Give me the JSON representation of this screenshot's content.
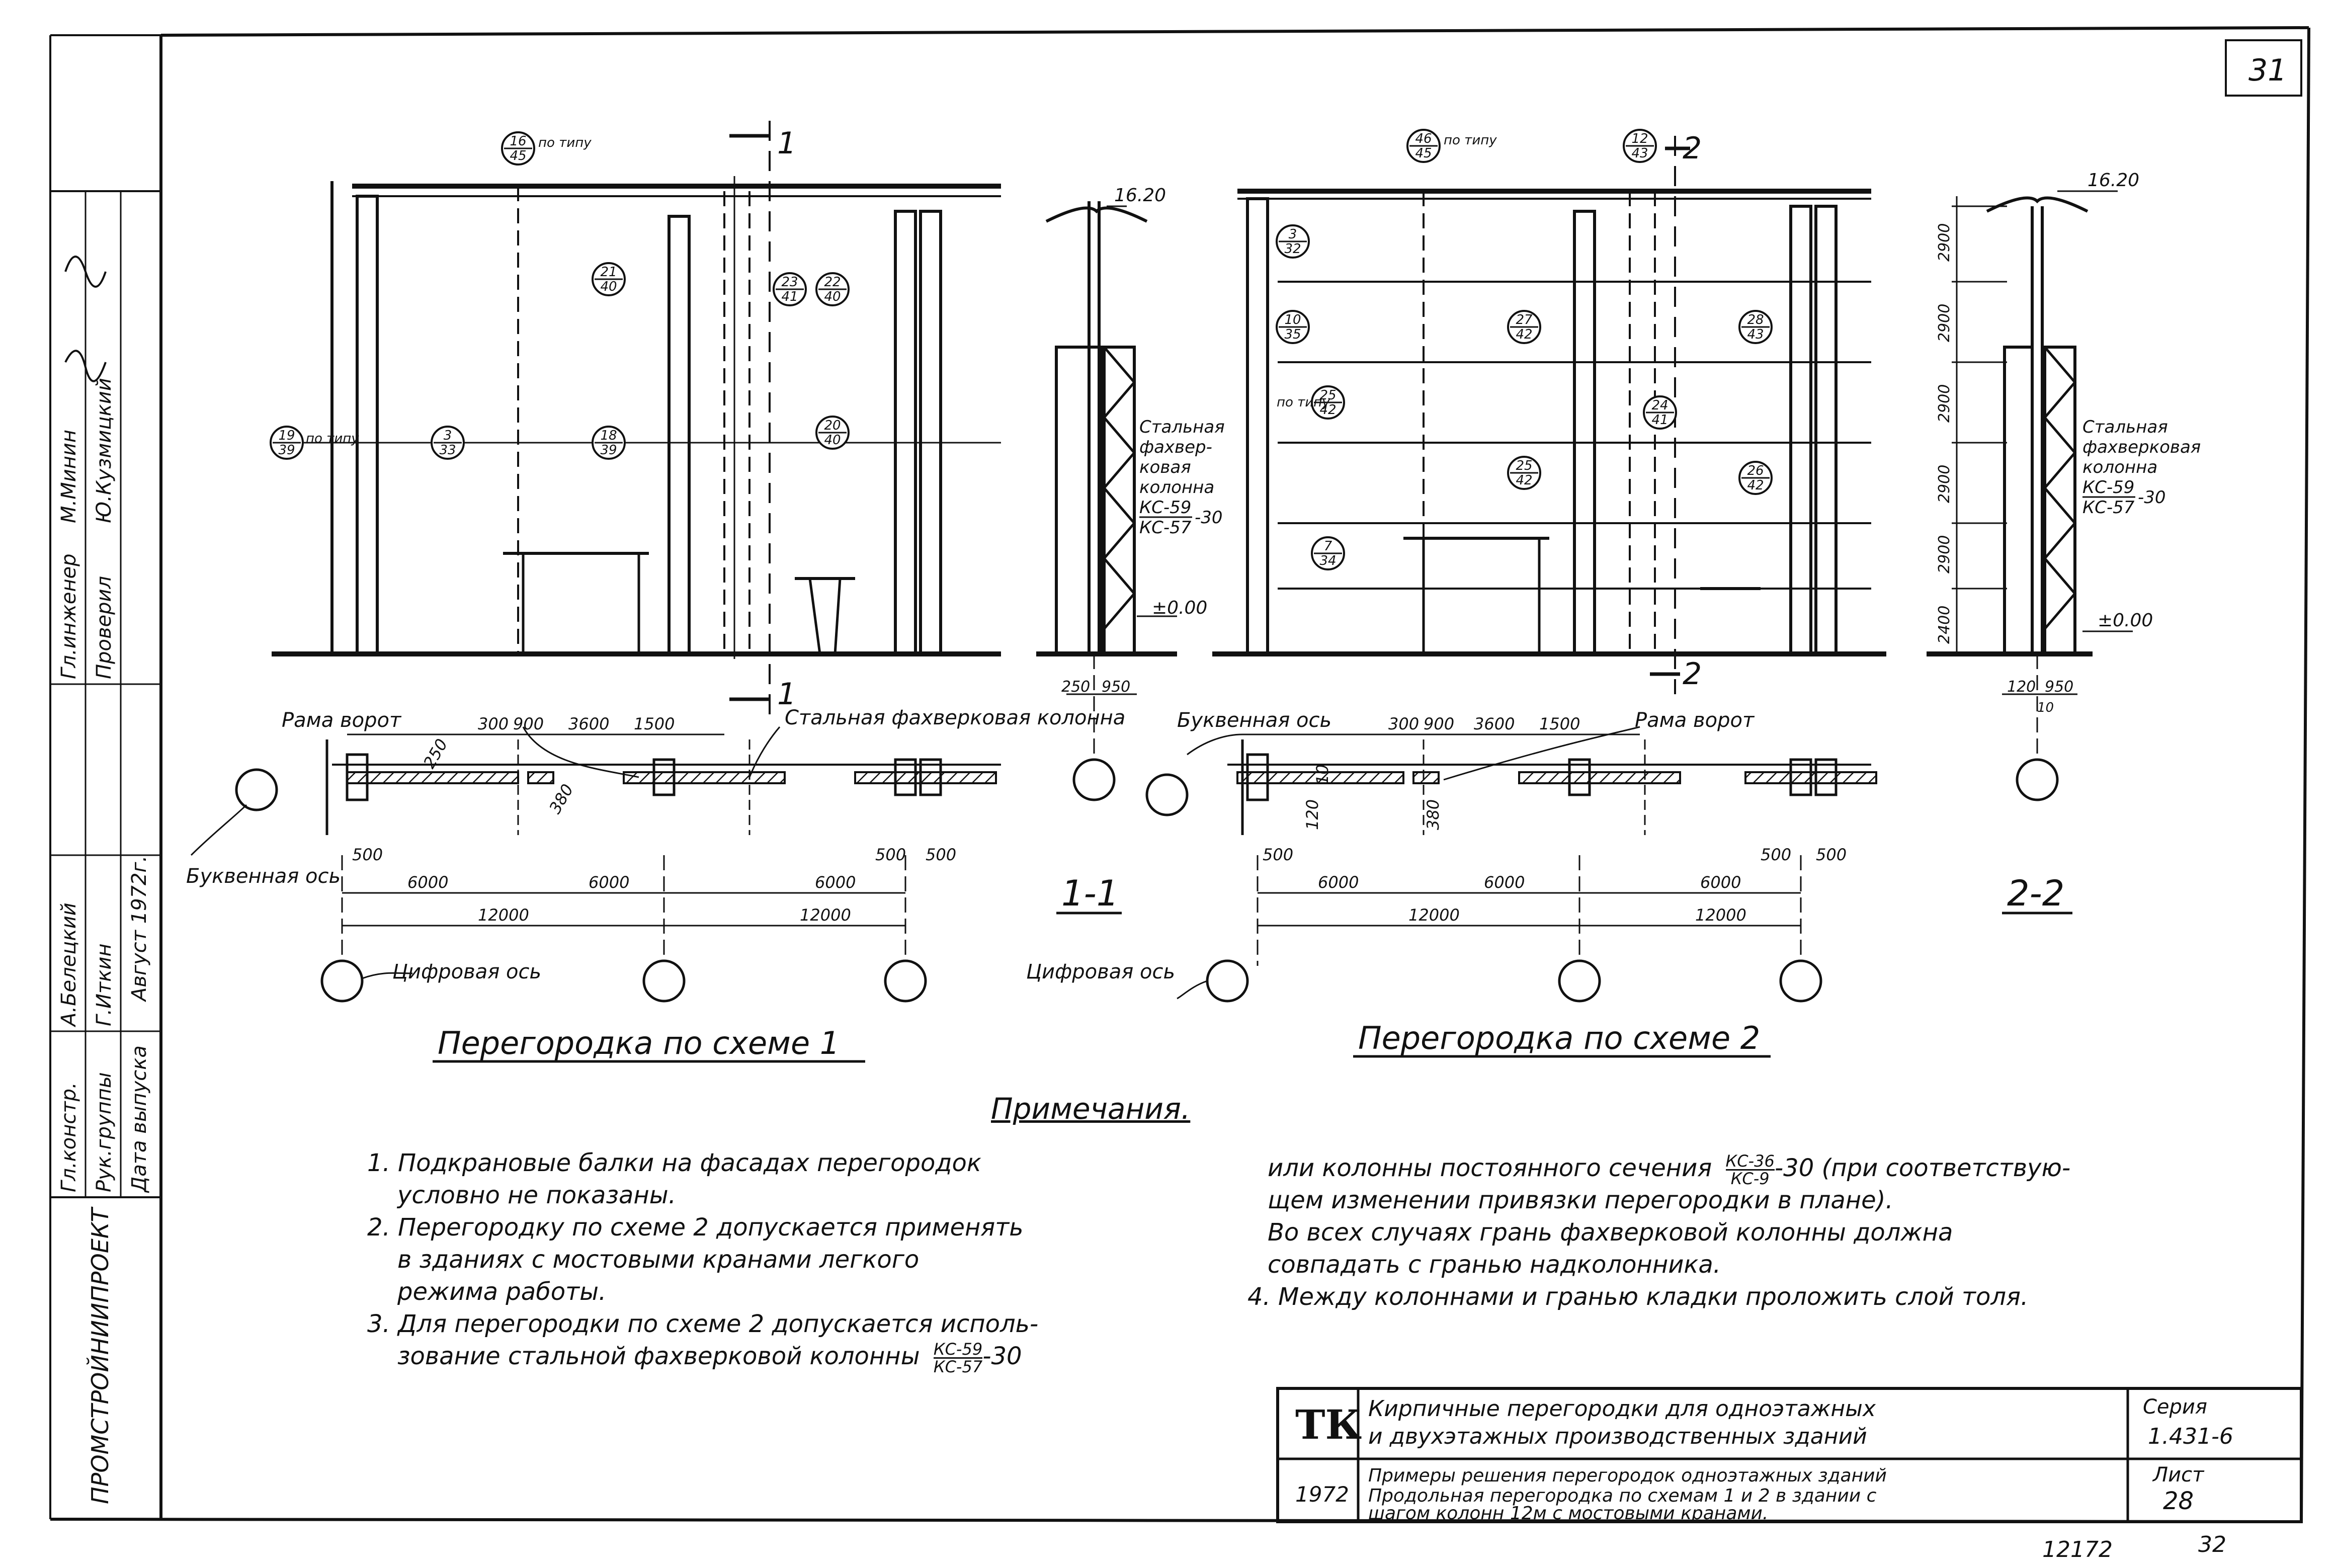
{
  "sheet": {
    "page_number_top": "31",
    "archive_number": "12172",
    "page_number_bottom": "32"
  },
  "side_stamp": {
    "org": "ПРОМСТРОЙНИИПРОЕКТ",
    "rows": [
      {
        "role": "Гл.инженер",
        "name": "М.Минин"
      },
      {
        "role": "Проверил",
        "name": "Ю.Кузмицкий"
      },
      {
        "role": "Гл.констр.",
        "name": "А.Белецкий"
      },
      {
        "role": "Рук.группы",
        "name": "Г.Иткин"
      },
      {
        "role": "Дата выпуска",
        "name": "Август 1972г."
      }
    ]
  },
  "elevation1": {
    "marks": [
      {
        "num": "16",
        "den": "45",
        "note": "по типу"
      },
      {
        "num": "21",
        "den": "40"
      },
      {
        "num": "23",
        "den": "41"
      },
      {
        "num": "22",
        "den": "40"
      },
      {
        "num": "19",
        "den": "39",
        "note": "по типу"
      },
      {
        "num": "3",
        "den": "33"
      },
      {
        "num": "18",
        "den": "39"
      },
      {
        "num": "20",
        "den": "40"
      }
    ],
    "section_mark": "1"
  },
  "section1": {
    "level_top": "16.20",
    "level_zero": "±0.00",
    "column_label": [
      "Стальная",
      "фахвер-",
      "ковая",
      "колонна"
    ],
    "column_num": "КС-59",
    "column_den": "КС-57",
    "column_suffix": "-30",
    "dims": [
      "250",
      "950"
    ],
    "title": "1-1"
  },
  "elevation2": {
    "marks": [
      {
        "num": "46",
        "den": "45",
        "note": "по типу"
      },
      {
        "num": "12",
        "den": "43"
      },
      {
        "num": "3",
        "den": "32"
      },
      {
        "num": "10",
        "den": "35"
      },
      {
        "num": "27",
        "den": "42"
      },
      {
        "num": "28",
        "den": "43"
      },
      {
        "num": "25",
        "den": "42",
        "note": "по типу"
      },
      {
        "num": "24",
        "den": "41"
      },
      {
        "num": "25",
        "den": "42"
      },
      {
        "num": "26",
        "den": "42"
      },
      {
        "num": "7",
        "den": "34"
      }
    ],
    "section_mark": "2"
  },
  "section2": {
    "level_top": "16.20",
    "level_zero": "±0.00",
    "heights": [
      "2900",
      "2900",
      "2900",
      "2900",
      "2900",
      "2400"
    ],
    "column_label": [
      "Стальная",
      "фахверковая",
      "колонна"
    ],
    "column_num": "КС-59",
    "column_den": "КС-57",
    "column_suffix": "-30",
    "dims": [
      "120",
      "950",
      "10"
    ],
    "title": "2-2"
  },
  "plan1": {
    "labels": {
      "gate_frame": "Рама ворот",
      "steel_column": "Стальная фахверковая колонна",
      "letter_axis": "Буквенная ось",
      "digit_axis": "Цифровая ось"
    },
    "top_dims": [
      "300",
      "900",
      "3600",
      "1500"
    ],
    "small_dims": [
      "250",
      "380",
      "500",
      "500",
      "500"
    ],
    "dims_6000": [
      "6000",
      "6000",
      "6000"
    ],
    "dims_12000": [
      "12000",
      "12000"
    ],
    "title": "Перегородка по схеме 1"
  },
  "plan2": {
    "labels": {
      "letter_axis": "Буквенная ось",
      "gate_frame": "Рама ворот",
      "digit_axis": "Цифровая ось"
    },
    "top_dims": [
      "300",
      "900",
      "3600",
      "1500"
    ],
    "small_dims": [
      "10",
      "120",
      "380",
      "500",
      "500",
      "500"
    ],
    "dims_6000": [
      "6000",
      "6000",
      "6000"
    ],
    "dims_12000": [
      "12000",
      "12000"
    ],
    "title": "Перегородка по схеме 2"
  },
  "notes": {
    "heading": "Примечания.",
    "left": [
      "1. Подкрановые балки на фасадах перегородок",
      "условно не показаны.",
      "2. Перегородку по схеме 2 допускается применять",
      "в зданиях с мостовыми кранами легкого",
      "режима работы.",
      "3. Для перегородки по схеме 2 допускается исполь-",
      "зование стальной фахверковой колонны"
    ],
    "left_frac": {
      "num": "КС-59",
      "den": "КС-57",
      "suffix": "-30"
    },
    "right_first": "или колонны постоянного сечения",
    "right_frac": {
      "num": "КС-36",
      "den": "КС-9",
      "suffix": "-30 (при соответствую-"
    },
    "right": [
      "щем изменении привязки перегородки в плане).",
      "Во всех случаях грань фахверковой колонны должна",
      "совпадать с гранью надколонника.",
      "4. Между колоннами и гранью кладки проложить слой толя."
    ]
  },
  "title_block": {
    "logo": "ТК",
    "year": "1972",
    "title": [
      "Кирпичные перегородки для одноэтажных",
      "и двухэтажных производственных зданий"
    ],
    "subtitle": [
      "Примеры решения перегородок одноэтажных зданий",
      "Продольная перегородка по схемам 1 и 2 в здании с",
      "шагом колонн 12м с мостовыми кранами."
    ],
    "series_label": "Серия",
    "series_value": "1.431-6",
    "sheet_label": "Лист",
    "sheet_value": "28"
  }
}
